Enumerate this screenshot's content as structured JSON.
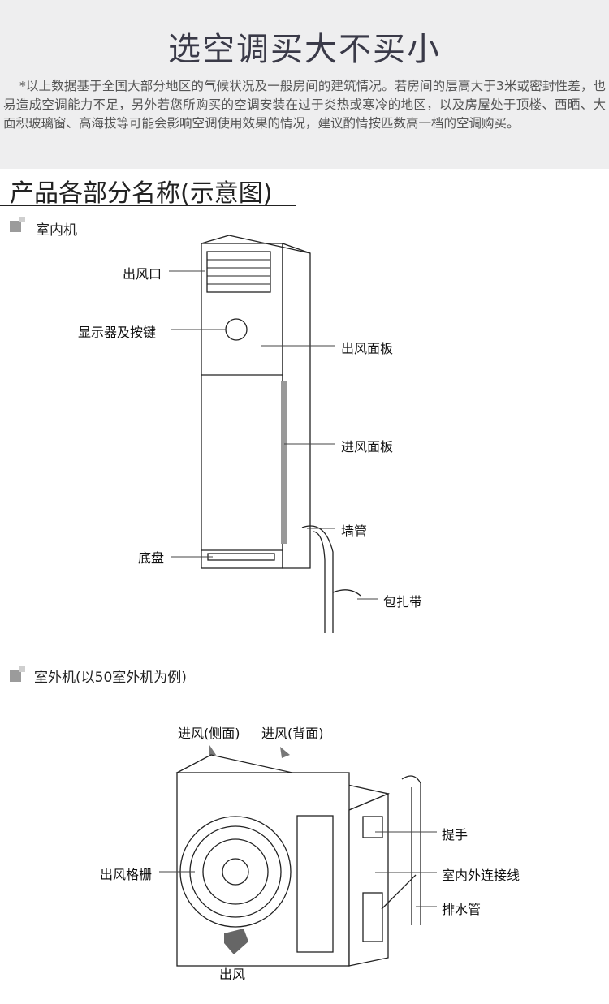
{
  "header": {
    "title": "选空调买大不买小",
    "note": "*以上数据基于全国大部分地区的气候状况及一般房间的建筑情况。若房间的层高大于3米或密封性差，也易造成空调能力不足，另外若您所购买的空调安装在过于炎热或寒冷的地区，以及房屋处于顶楼、西晒、大面积玻璃窗、高海拔等可能会影响空调使用效果的情况，建议酌情按匹数高一档的空调购买。"
  },
  "section_title": "产品各部分名称(示意图)",
  "indoor": {
    "heading": "室内机",
    "labels": {
      "outlet": "出风口",
      "display": "显示器及按键",
      "outlet_panel": "出风面板",
      "inlet_panel": "进风面板",
      "wall_pipe": "墙管",
      "base": "底盘",
      "tape": "包扎带"
    }
  },
  "outdoor": {
    "heading": "室外机(以50室外机为例)",
    "labels": {
      "inlet_side": "进风(侧面)",
      "inlet_back": "进风(背面)",
      "handle": "提手",
      "cable": "室内外连接线",
      "drain": "排水管",
      "grille": "出风格栅",
      "outlet": "出风"
    }
  }
}
